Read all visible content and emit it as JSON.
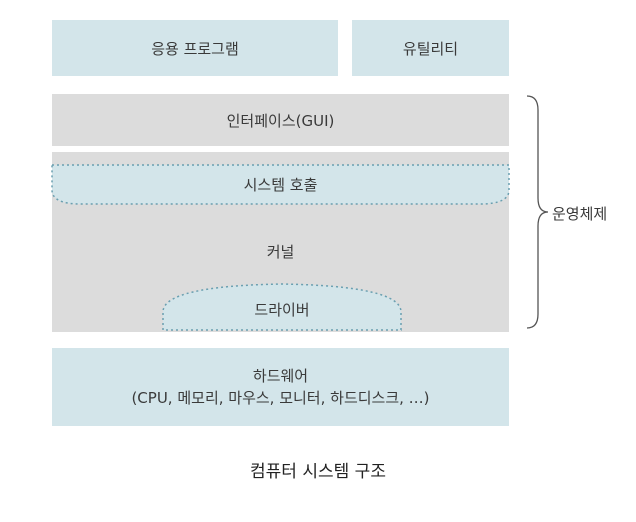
{
  "layers": {
    "application": "응용 프로그램",
    "utility": "유틸리티",
    "interface": "인터페이스(GUI)",
    "system_call": "시스템 호출",
    "kernel": "커널",
    "driver": "드라이버",
    "hardware_title": "하드웨어",
    "hardware_examples": "(CPU, 메모리, 마우스, 모니터, 하드디스크, …)"
  },
  "brace_label": "운영체제",
  "caption": "컴퓨터 시스템 구조",
  "colors": {
    "blue_box": "#d3e5ea",
    "gray_box": "#dcdcdc",
    "dotted_border": "#6a9fb0",
    "brace": "#555555"
  }
}
